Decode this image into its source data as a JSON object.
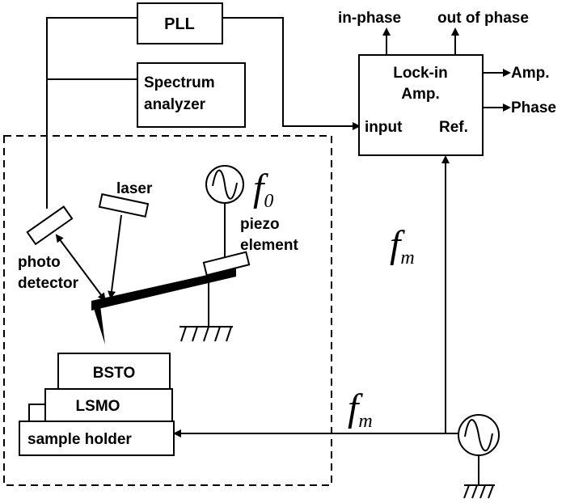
{
  "blocks": {
    "pll": "PLL",
    "spectrum_line1": "Spectrum",
    "spectrum_line2": "analyzer",
    "lockin_line1": "Lock-in",
    "lockin_line2": "Amp.",
    "lockin_input": "input",
    "lockin_ref": "Ref."
  },
  "outputs": {
    "in_phase": "in-phase",
    "out_of_phase": "out of phase",
    "amp": "Amp.",
    "phase": "Phase"
  },
  "afm": {
    "laser": "laser",
    "photo_line1": "photo",
    "photo_line2": "detector",
    "piezo_line1": "piezo",
    "piezo_line2": "element",
    "f0_symbol": "f",
    "f0_sub": "0"
  },
  "sample": {
    "bsto": "BSTO",
    "lsmo": "LSMO",
    "holder": "sample holder"
  },
  "modulation": {
    "fm_symbol": "f",
    "fm_sub": "m"
  }
}
